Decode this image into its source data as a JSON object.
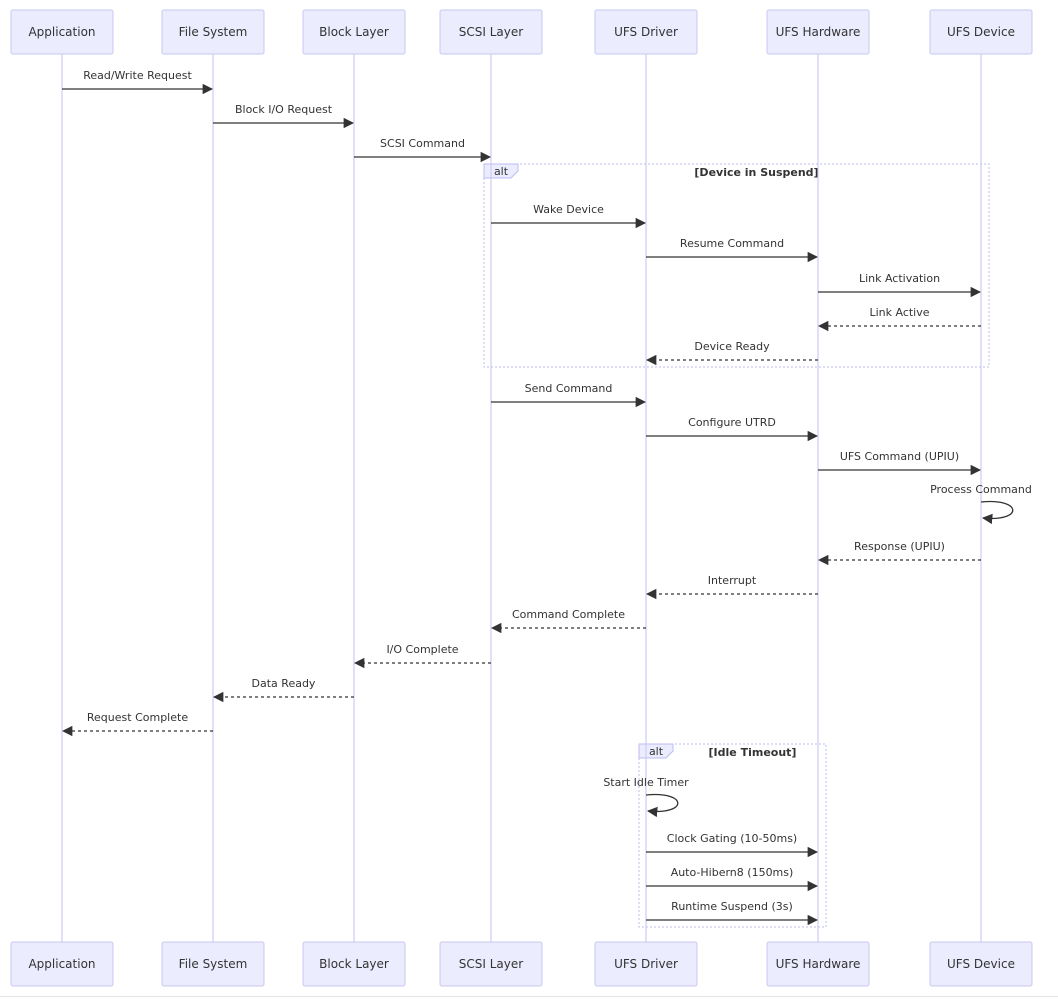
{
  "actors": [
    {
      "id": "app",
      "label": "Application"
    },
    {
      "id": "fs",
      "label": "File System"
    },
    {
      "id": "blk",
      "label": "Block Layer"
    },
    {
      "id": "scsi",
      "label": "SCSI Layer"
    },
    {
      "id": "drv",
      "label": "UFS Driver"
    },
    {
      "id": "hw",
      "label": "UFS Hardware"
    },
    {
      "id": "dev",
      "label": "UFS Device"
    }
  ],
  "messages": [
    {
      "from": "app",
      "to": "fs",
      "label": "Read/Write Request",
      "style": "solid"
    },
    {
      "from": "fs",
      "to": "blk",
      "label": "Block I/O Request",
      "style": "solid"
    },
    {
      "from": "blk",
      "to": "scsi",
      "label": "SCSI Command",
      "style": "solid"
    },
    {
      "from": "scsi",
      "to": "drv",
      "label": "Wake Device",
      "style": "solid"
    },
    {
      "from": "drv",
      "to": "hw",
      "label": "Resume Command",
      "style": "solid"
    },
    {
      "from": "hw",
      "to": "dev",
      "label": "Link Activation",
      "style": "solid"
    },
    {
      "from": "dev",
      "to": "hw",
      "label": "Link Active",
      "style": "dashed"
    },
    {
      "from": "hw",
      "to": "drv",
      "label": "Device Ready",
      "style": "dashed"
    },
    {
      "from": "scsi",
      "to": "drv",
      "label": "Send Command",
      "style": "solid"
    },
    {
      "from": "drv",
      "to": "hw",
      "label": "Configure UTRD",
      "style": "solid"
    },
    {
      "from": "hw",
      "to": "dev",
      "label": "UFS Command (UPIU)",
      "style": "solid"
    },
    {
      "from": "dev",
      "to": "dev",
      "label": "Process Command",
      "style": "self"
    },
    {
      "from": "dev",
      "to": "hw",
      "label": "Response (UPIU)",
      "style": "dashed"
    },
    {
      "from": "hw",
      "to": "drv",
      "label": "Interrupt",
      "style": "dashed"
    },
    {
      "from": "drv",
      "to": "scsi",
      "label": "Command Complete",
      "style": "dashed"
    },
    {
      "from": "scsi",
      "to": "blk",
      "label": "I/O Complete",
      "style": "dashed"
    },
    {
      "from": "blk",
      "to": "fs",
      "label": "Data Ready",
      "style": "dashed"
    },
    {
      "from": "fs",
      "to": "app",
      "label": "Request Complete",
      "style": "dashed"
    },
    {
      "from": "drv",
      "to": "drv",
      "label": "Start Idle Timer",
      "style": "self"
    },
    {
      "from": "drv",
      "to": "hw",
      "label": "Clock Gating (10-50ms)",
      "style": "solid"
    },
    {
      "from": "drv",
      "to": "hw",
      "label": "Auto-Hibern8 (150ms)",
      "style": "solid"
    },
    {
      "from": "drv",
      "to": "hw",
      "label": "Runtime Suspend (3s)",
      "style": "solid"
    }
  ],
  "frames": [
    {
      "keyword": "alt",
      "condition": "[Device in Suspend]",
      "from_actor": "scsi",
      "to_actor": "dev",
      "first_message": 3,
      "last_message": 7
    },
    {
      "keyword": "alt",
      "condition": "[Idle Timeout]",
      "from_actor": "drv",
      "to_actor": "hw",
      "first_message": 18,
      "last_message": 21
    }
  ],
  "colors": {
    "actor_fill": "#ECECFF",
    "actor_border": "#c8c8f0",
    "lifeline": "#cccdf0",
    "message": "#333333",
    "text": "#333333"
  }
}
